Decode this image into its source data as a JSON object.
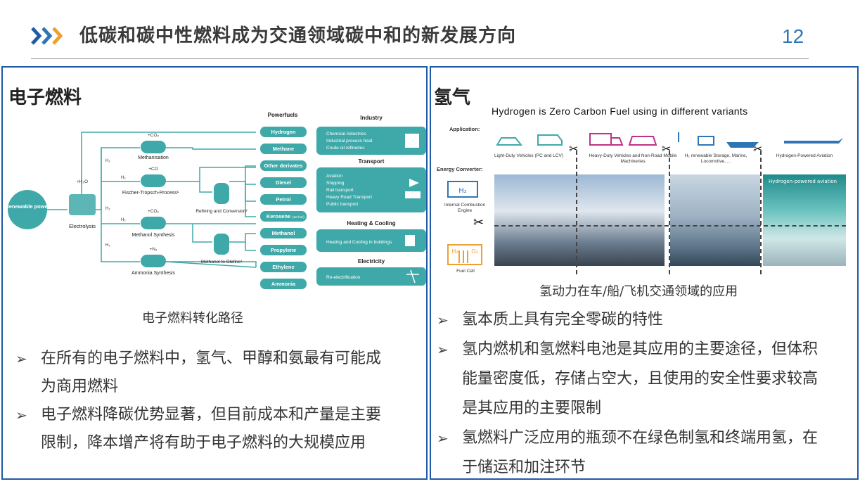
{
  "header": {
    "title": "低碳和碳中性燃料成为交通领域碳中和的新发展方向",
    "page_number": "12",
    "accent_color": "#2e75b6",
    "chevron_colors": [
      "#1f5aa6",
      "#2e75b6",
      "#f0a030"
    ]
  },
  "left_panel": {
    "title": "电子燃料",
    "diagram": {
      "input": "Renewable power",
      "electrolysis": "Electrolysis",
      "h2o": "+H₂O",
      "h2_labels": [
        "H₂",
        "H₂",
        "H₂",
        "H₂",
        "H₂"
      ],
      "processes": [
        {
          "name": "Methanisation",
          "input": "+CO₂"
        },
        {
          "name": "Fischer-Tropsch-Process¹",
          "input": "+CO"
        },
        {
          "name": "Methanol Synthesis",
          "input": "+CO₂"
        },
        {
          "name": "Ammonia Synthesis",
          "input": "+N₂"
        }
      ],
      "upgrading": [
        "Refining and Conversion²",
        "Methanol to Olefins³"
      ],
      "powerfuels_header": "Powerfuels",
      "powerfuels": [
        "Hydrogen",
        "Methane",
        "Other derivates",
        "Diesel",
        "Petrol",
        "Kerosene",
        "Methanol",
        "Propylene",
        "Ethylene",
        "Ammonia"
      ],
      "kerosene_note": "(Jet-fuel)",
      "sectors": [
        {
          "header": "Industry",
          "items": [
            "Chemical industries",
            "Industrial process heat",
            "Crude oil refineries"
          ]
        },
        {
          "header": "Transport",
          "items": [
            "Aviation",
            "Shipping",
            "Rail transport",
            "Heavy Road Transport",
            "Public transport"
          ]
        },
        {
          "header": "Heating & Cooling",
          "items": [
            "Heating and Cooling in buildings"
          ]
        },
        {
          "header": "Electricity",
          "items": [
            "Re-electrification"
          ]
        }
      ]
    },
    "caption": "电子燃料转化路径",
    "bullets": [
      "在所有的电子燃料中，氢气、甲醇和氨最有可能成为商用燃料",
      "电子燃料降碳优势显著，但目前成本和产量是主要限制，降本增产将有助于电子燃料的大规模应用"
    ],
    "bullet_lines": [
      [
        "在所有的电子燃料中，氢气、甲醇和氨最有可能成",
        "为商用燃料"
      ],
      [
        "电子燃料降碳优势显著，但目前成本和产量是主要",
        "限制，降本增产将有助于电子燃料的大规模应用"
      ]
    ],
    "bullet_marker": "➢"
  },
  "right_panel": {
    "title": "氢气",
    "image_title": "Hydrogen is Zero Carbon Fuel using in different variants",
    "application_label": "Application:",
    "energy_converter_label": "Energy Converter:",
    "applications": [
      "Light-Duty Vehicles (PC and LCV)",
      "Heavy-Duty Vehicles and Non-Road Mobile Machineries",
      "H₂ renewable Storage, Marine, Locomotive, ...",
      "Hydrogen-Powered Aviation"
    ],
    "converters": [
      "Internal Combustion Engine",
      "Fuel Cell"
    ],
    "converter_marks": {
      "ice": "H₂",
      "fc_left": "H₂",
      "fc_right": "O₂"
    },
    "aviation_photo_title": "Hydrogen-powered aviation",
    "caption": "氢动力在车/船/飞机交通领域的应用",
    "bullets": [
      "氢本质上具有完全零碳的特性",
      "氢内燃机和氢燃料电池是其应用的主要途径，但体积能量密度低，存储占空大，且使用的安全性要求较高是其应用的主要限制",
      "氢燃料广泛应用的瓶颈不在绿色制氢和终端用氢，在于储运和加注环节"
    ],
    "bullet_lines": [
      [
        "氢本质上具有完全零碳的特性"
      ],
      [
        "氢内燃机和氢燃料电池是其应用的主要途径，但体积",
        "能量密度低，存储占空大，且使用的安全性要求较高",
        "是其应用的主要限制"
      ],
      [
        "氢燃料广泛应用的瓶颈不在绿色制氢和终端用氢，在",
        "于储运和加注环节"
      ]
    ],
    "bullet_marker": "➢"
  }
}
